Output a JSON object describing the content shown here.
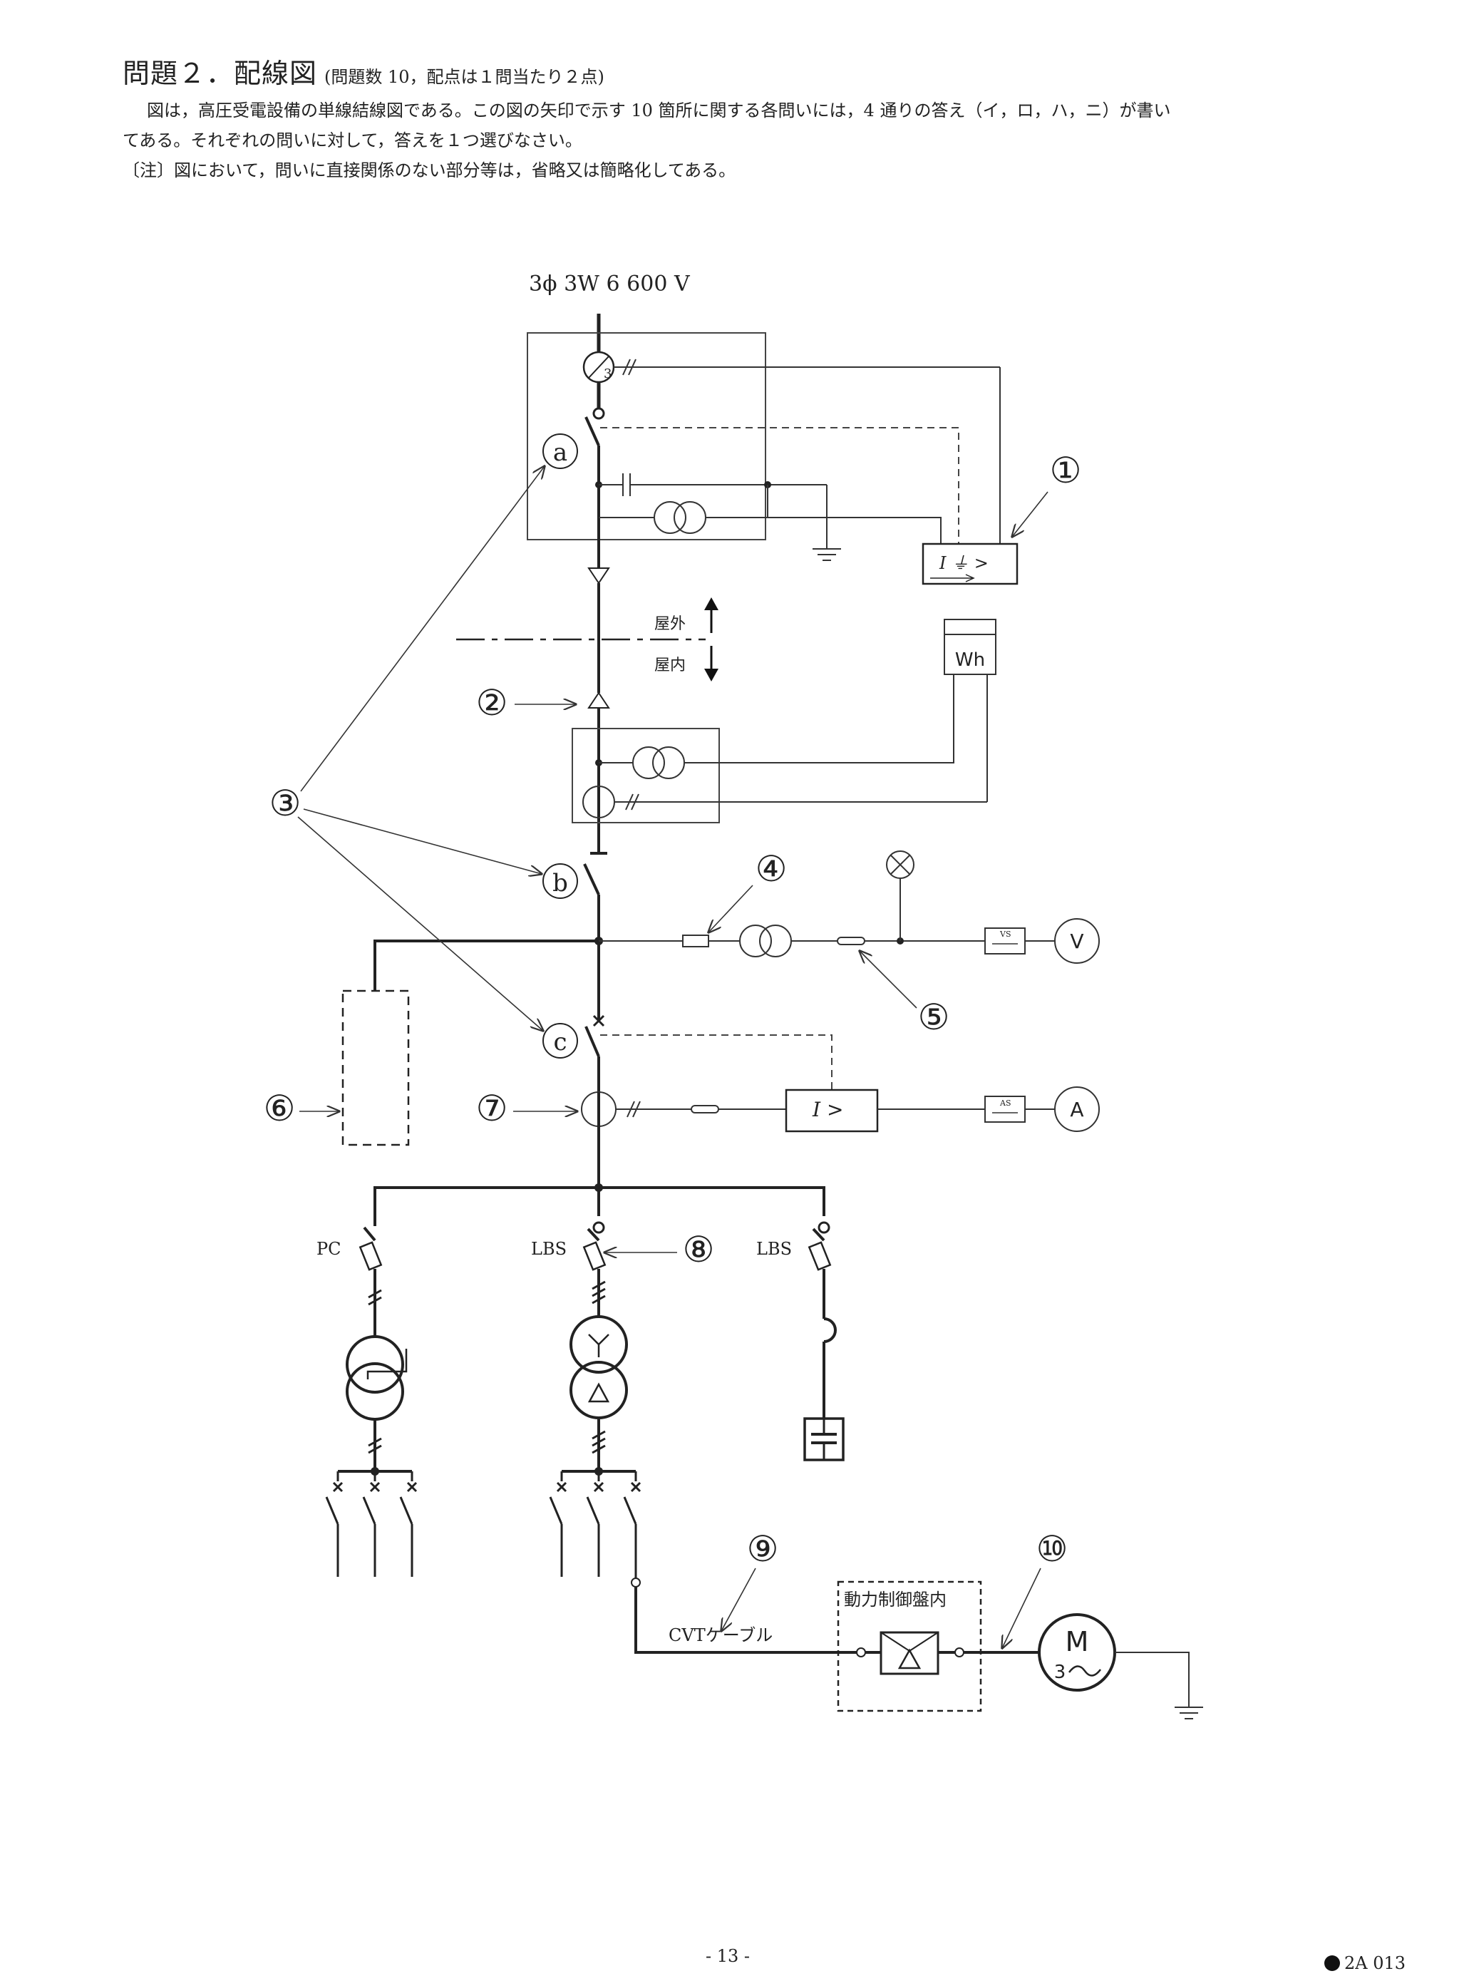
{
  "header": {
    "title": "問題２．配線図",
    "subtitle": "(問題数 10，配点は１問当たり２点)"
  },
  "intro": {
    "line1": "図は，高圧受電設備の単線結線図である。この図の矢印で示す 10 箇所に関する各問いには，4 通りの答え（イ，ロ，ハ，ニ）が書い",
    "line2": "てある。それぞれの問いに対して，答えを１つ選びなさい。",
    "note": "〔注〕図において，問いに直接関係のない部分等は，省略又は簡略化してある。"
  },
  "diagram": {
    "supply": "3ϕ 3W  6 600 V",
    "outdoor": "屋外",
    "indoor": "屋内",
    "ct_ratio": "3",
    "relay_ground": "I ⏚ >",
    "relay_over": "I  >",
    "meter_wh": "Wh",
    "meter_v": "V",
    "meter_a": "A",
    "switch_vs": "VS",
    "switch_as": "AS",
    "label_pc": "PC",
    "label_lbs1": "LBS",
    "label_lbs2": "LBS",
    "cable": "CVTケーブル",
    "panel": "動力制御盤内",
    "motor_m": "M",
    "motor_3": "3",
    "letters": [
      "a",
      "b",
      "c"
    ],
    "numbers": [
      "①",
      "②",
      "③",
      "④",
      "⑤",
      "⑥",
      "⑦",
      "⑧",
      "⑨",
      "⑩"
    ]
  },
  "footer": {
    "page": "- 13 -",
    "code": "2A 013"
  }
}
